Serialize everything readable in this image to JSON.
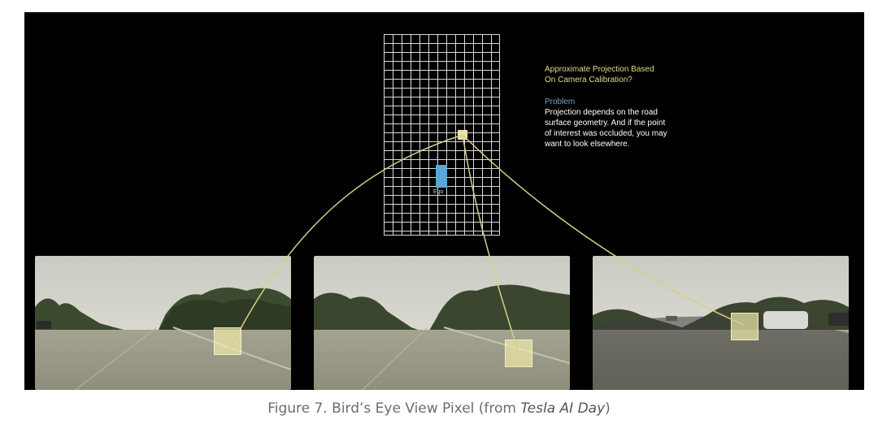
{
  "note": {
    "question_line1": "Approximate Projection Based",
    "question_line2": "On Camera Calibration?",
    "problem_heading": "Problem",
    "problem_line1": "Projection depends on the road",
    "problem_line2": "surface geometry. And if the point",
    "problem_line3": "of interest was occluded, you may",
    "problem_line4": "want to look elsewhere."
  },
  "ego_label": "Ego",
  "caption": {
    "prefix": "Figure 7. Bird’s Eye View Pixel (from ",
    "emphasis": "Tesla AI Day",
    "suffix": ")"
  },
  "colors": {
    "projection_line": "#d9cf8a",
    "ego_car": "#5aa6d6",
    "highlight_box": "#efe9ad"
  }
}
